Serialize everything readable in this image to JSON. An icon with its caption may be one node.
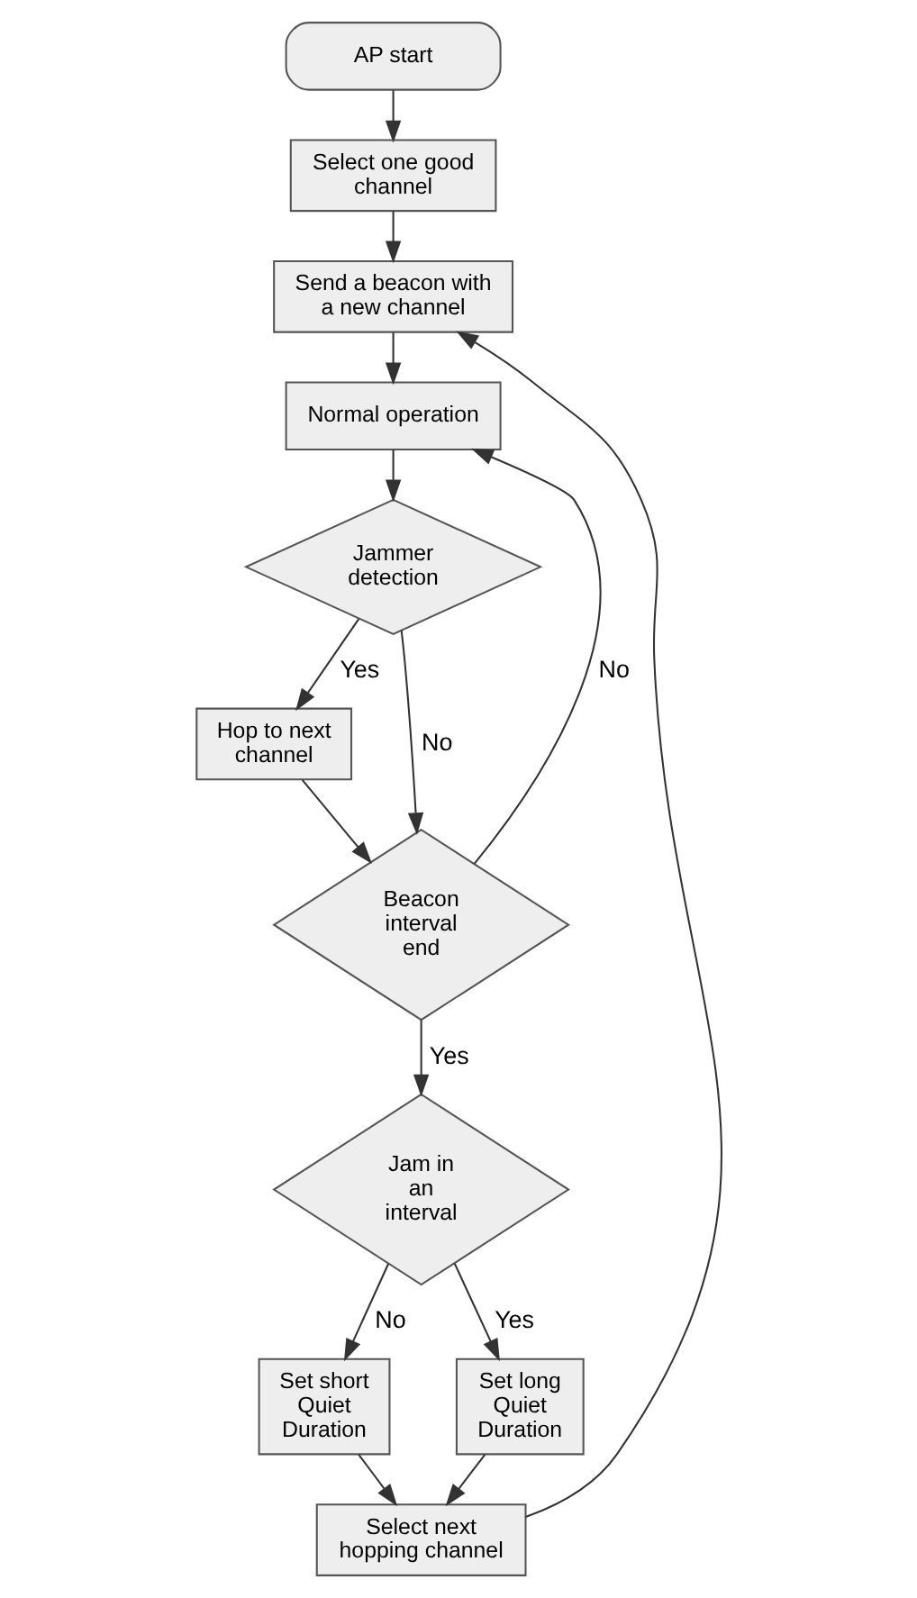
{
  "diagram": {
    "nodes": [
      {
        "text": [
          "AP start"
        ]
      },
      {
        "text": [
          "Select one good channel"
        ]
      },
      {
        "text": [
          "Send a beacon with a new channel"
        ]
      },
      {
        "text": [
          "Normal operation"
        ]
      },
      {
        "text": [
          "Jammer detection"
        ]
      },
      {
        "text": [
          "Hop to next channel"
        ]
      },
      {
        "text": [
          "Beacon interval end"
        ]
      },
      {
        "text": [
          "Jam in an interval"
        ]
      },
      {
        "text": [
          "Set short Quiet Duration"
        ]
      },
      {
        "text": [
          "Set long Quiet Duration"
        ]
      },
      {
        "text": [
          "Select next hopping channel"
        ]
      }
    ],
    "edges": [
      {
        "from": 0,
        "to": 1,
        "arrow": "to"
      },
      {
        "from": 1,
        "to": 2,
        "arrow": "to"
      },
      {
        "from": 2,
        "to": 3,
        "arrow": "to"
      },
      {
        "from": 3,
        "to": 4,
        "arrow": "to"
      },
      {
        "from": 4,
        "to": 5,
        "arrow": "to",
        "label": "Yes"
      },
      {
        "from": 4,
        "to": 6,
        "arrow": "to",
        "label": "No"
      },
      {
        "from": 5,
        "to": 6,
        "arrow": "to"
      },
      {
        "from": 6,
        "to": 3,
        "arrow": "to",
        "label": "No"
      },
      {
        "from": 6,
        "to": 7,
        "arrow": "to",
        "label": "Yes"
      },
      {
        "from": 7,
        "to": 8,
        "arrow": "to",
        "label": "No"
      },
      {
        "from": 7,
        "to": 9,
        "arrow": "to",
        "label": "Yes"
      },
      {
        "from": 9,
        "to": 10,
        "arrow": "to"
      },
      {
        "from": 8,
        "to": 10,
        "arrow": "to"
      },
      {
        "from": 10,
        "to": 2,
        "arrow": "to"
      }
    ]
  }
}
